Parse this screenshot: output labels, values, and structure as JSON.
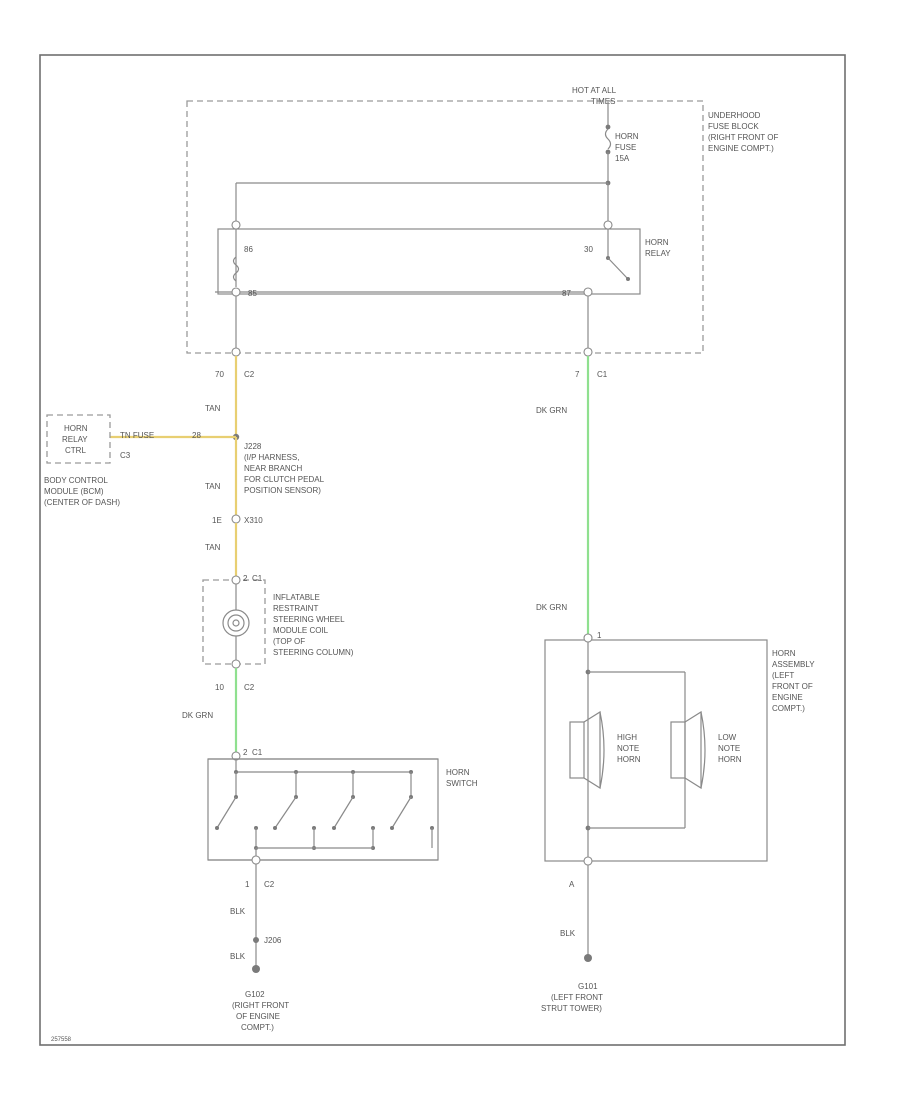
{
  "fuse_block": {
    "hot_label_1": "HOT AT ALL",
    "hot_label_2": "TIMES",
    "fuse_name": "HORN",
    "fuse_word": "FUSE",
    "fuse_rating": "15A",
    "block_name": "UNDERHOOD",
    "block_line2": "FUSE BLOCK",
    "block_line3": "(RIGHT FRONT OF",
    "block_line4": "ENGINE COMPT.)",
    "relay_name": "HORN",
    "relay_word": "RELAY",
    "term_86": "86",
    "term_85": "85",
    "term_30": "30",
    "term_87": "87",
    "c2_pin": "70",
    "c2_conn": "C2",
    "c1_pin": "7",
    "c1_conn": "C1"
  },
  "bcm": {
    "name": "HORN",
    "name_line2": "RELAY",
    "name_line3": "CTRL",
    "wire_label": "TN FUSE",
    "pin": "28",
    "conn": "C3",
    "desc_1": "BODY CONTROL",
    "desc_2": "MODULE (BCM)",
    "desc_3": "(CENTER OF DASH)"
  },
  "splice": {
    "wire_top": "TAN",
    "name": "J228",
    "desc_1": "(I/P HARNESS,",
    "desc_2": "NEAR BRANCH",
    "desc_3": "FOR CLUTCH PEDAL",
    "desc_4": "POSITION SENSOR)",
    "wire_mid": "TAN",
    "pin": "1E",
    "conn": "X310",
    "wire_bottom": "TAN"
  },
  "coil": {
    "pin_top": "2",
    "conn_top": "C1",
    "desc_1": "INFLATABLE",
    "desc_2": "RESTRAINT",
    "desc_3": "STEERING WHEEL",
    "desc_4": "MODULE COIL",
    "desc_5": "(TOP OF",
    "desc_6": "STEERING COLUMN)",
    "pin_bottom": "10",
    "conn_bottom": "C2",
    "wire_out": "DK GRN"
  },
  "horn_switch": {
    "pin_top": "2",
    "conn_top": "C1",
    "name": "HORN",
    "name_line2": "SWITCH",
    "pin_bottom": "1",
    "conn_bottom": "C2",
    "wire_out": "BLK",
    "splice": "J206",
    "wire_ground": "BLK",
    "ground_name": "G102",
    "ground_desc_1": "(RIGHT FRONT",
    "ground_desc_2": "OF ENGINE",
    "ground_desc_3": "COMPT.)"
  },
  "horn_assembly": {
    "wire_top": "DK GRN",
    "wire_mid": "DK GRN",
    "pin_top": "1",
    "name": "HORN",
    "name_line2": "ASSEMBLY",
    "name_line3": "(LEFT",
    "name_line4": "FRONT OF",
    "name_line5": "ENGINE",
    "name_line6": "COMPT.)",
    "high_1": "HIGH",
    "high_2": "NOTE",
    "high_3": "HORN",
    "low_1": "LOW",
    "low_2": "NOTE",
    "low_3": "HORN",
    "pin_bottom": "A",
    "wire_ground": "BLK",
    "ground_name": "G101",
    "ground_desc_1": "(LEFT FRONT",
    "ground_desc_2": "STRUT TOWER)"
  },
  "footer": {
    "figure_id": "257558"
  },
  "colors": {
    "tan_wire": "#e8cf72",
    "dk_grn_wire": "#8fe08f",
    "line": "#8a8a8a"
  }
}
